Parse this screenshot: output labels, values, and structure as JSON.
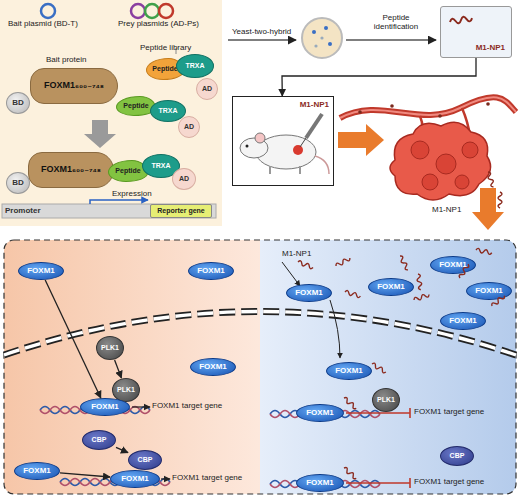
{
  "diagram": {
    "nodes": [
      {
        "text": [
          "BD"
        ]
      },
      {
        "text": [
          "FOXM1₆₀₀₋₇₄₈"
        ]
      },
      {
        "text": [
          "Peptide"
        ]
      },
      {
        "text": [
          "TRXA"
        ]
      },
      {
        "text": [
          "AD"
        ]
      },
      {
        "text": [
          "Peptide"
        ]
      },
      {
        "text": [
          "TRXA"
        ]
      },
      {
        "text": [
          "AD"
        ]
      },
      {
        "text": [
          "BD"
        ]
      },
      {
        "text": [
          "FOXM1₆₀₀₋₇₄₈"
        ]
      },
      {
        "text": [
          "Peptide"
        ]
      },
      {
        "text": [
          "TRXA"
        ]
      },
      {
        "text": [
          "AD"
        ]
      },
      {
        "text": [
          "Promoter"
        ]
      },
      {
        "text": [
          "Reporter gene"
        ]
      },
      {
        "text": [
          "M1-NP1"
        ]
      },
      {
        "text": [
          "M1-NP1"
        ]
      },
      {
        "text": [
          "FOXM1"
        ]
      },
      {
        "text": [
          "PLK1"
        ]
      },
      {
        "text": [
          "FOXM1"
        ]
      },
      {
        "text": [
          "PLK1"
        ]
      },
      {
        "text": [
          "FOXM1"
        ]
      },
      {
        "text": [
          "FOXM1"
        ]
      },
      {
        "text": [
          "CBP"
        ]
      },
      {
        "text": [
          "CBP"
        ]
      },
      {
        "text": [
          "FOXM1"
        ]
      },
      {
        "text": [
          "FOXM1"
        ]
      },
      {
        "text": [
          "FOXM1"
        ]
      },
      {
        "text": [
          "FOXM1"
        ]
      },
      {
        "text": [
          "FOXM1"
        ]
      },
      {
        "text": [
          "FOXM1"
        ]
      },
      {
        "text": [
          "FOXM1"
        ]
      },
      {
        "text": [
          "PLK1"
        ]
      },
      {
        "text": [
          "FOXM1"
        ]
      },
      {
        "text": [
          "CBP"
        ]
      },
      {
        "text": [
          "FOXM1"
        ]
      },
      {
        "text": [
          "FOXM1"
        ]
      }
    ],
    "edges": [
      {
        "from": 15,
        "to": 16,
        "arrow": "to"
      },
      {
        "from": 17,
        "to": 21,
        "arrow": "to"
      },
      {
        "from": 18,
        "to": 20,
        "arrow": "to"
      },
      {
        "from": 22,
        "to": 25,
        "arrow": "to"
      },
      {
        "from": 23,
        "to": 24,
        "arrow": "to"
      }
    ],
    "labels": [
      "Bait plasmid (BD-T)",
      "Prey plasmids (AD-Ps)",
      "Bait protein",
      "Peptide library",
      "Expression",
      "Yeast-two-hybrid",
      "Peptide identification",
      "M1-NP1",
      "M1-NP1",
      "FOXM1 target gene",
      "FOXM1 target gene",
      "FOXM1 target gene",
      "FOXM1 target gene"
    ]
  }
}
